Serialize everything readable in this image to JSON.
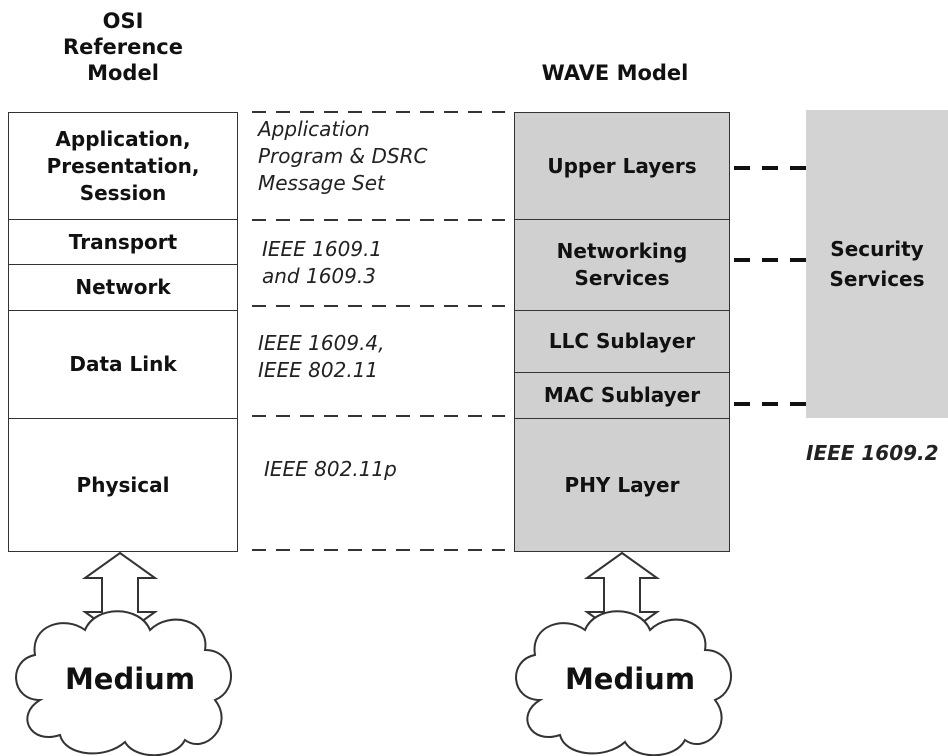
{
  "osi": {
    "title": "OSI\nReference\nModel",
    "layers": [
      {
        "label": "Application,\nPresentation,\nSession"
      },
      {
        "label": "Transport"
      },
      {
        "label": "Network"
      },
      {
        "label": "Data Link"
      },
      {
        "label": "Physical"
      }
    ]
  },
  "standards": [
    "Application\nProgram & DSRC\nMessage Set",
    "IEEE 1609.1\n and 1609.3",
    "IEEE 1609.4,\nIEEE 802.11",
    "IEEE 802.11p"
  ],
  "wave": {
    "title": "WAVE Model",
    "layers": [
      {
        "label": "Upper Layers"
      },
      {
        "label": "Networking\nServices"
      },
      {
        "label": "LLC Sublayer"
      },
      {
        "label": "MAC Sublayer"
      },
      {
        "label": "PHY Layer"
      }
    ]
  },
  "security": {
    "label": "Security\nServices",
    "standard": "IEEE 1609.2"
  },
  "medium": {
    "left_label": "Medium",
    "right_label": "Medium"
  },
  "colors": {
    "wave_fill": "#d0d0d0",
    "security_fill": "#d3d3d3",
    "line": "#333333"
  }
}
